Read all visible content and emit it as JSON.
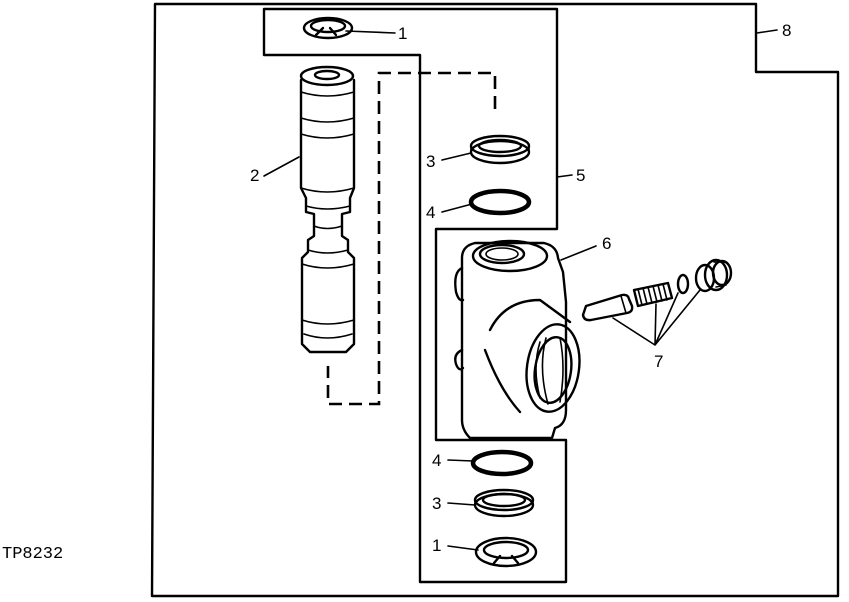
{
  "figure_id": "TP8232",
  "callouts": {
    "c1_top": "1",
    "c2": "2",
    "c3_top": "3",
    "c4_top": "4",
    "c5": "5",
    "c6": "6",
    "c7": "7",
    "c8": "8",
    "c4_bottom": "4",
    "c3_bottom": "3",
    "c1_bottom": "1"
  }
}
